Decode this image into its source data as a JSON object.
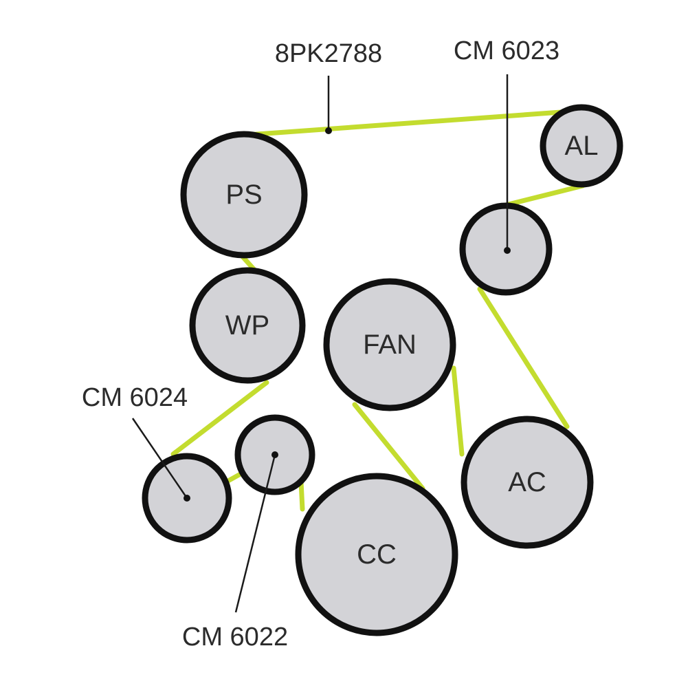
{
  "diagram": {
    "belt_part_number": "8PK2788",
    "belt_color": "#c3dc2f",
    "pulley_fill_color": "#d3d3d7",
    "pulley_stroke_color": "#111111",
    "pulleys": {
      "ps": "PS",
      "al": "AL",
      "wp": "WP",
      "fan": "FAN",
      "ac": "AC",
      "cc": "CC"
    },
    "callouts": {
      "cm6023": "CM 6023",
      "cm6024": "CM 6024",
      "cm6022": "CM 6022"
    }
  }
}
